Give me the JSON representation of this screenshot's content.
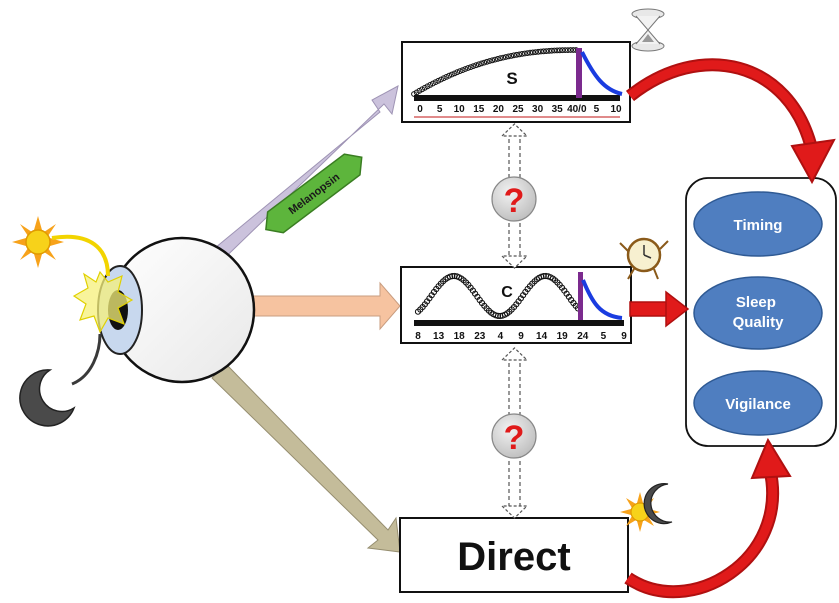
{
  "boxes": {
    "s": {
      "label": "S",
      "ticks": [
        "0",
        "5",
        "10",
        "15",
        "20",
        "25",
        "30",
        "35",
        "40/0",
        "5",
        "10"
      ]
    },
    "c": {
      "label": "C",
      "ticks": [
        "8",
        "13",
        "18",
        "23",
        "4",
        "9",
        "14",
        "19",
        "24",
        "5",
        "9"
      ]
    },
    "direct": {
      "label": "Direct"
    }
  },
  "pathway": {
    "melanopsin_label": "Melanopsin"
  },
  "unknown_link": {
    "symbol": "?"
  },
  "outcomes": [
    "Timing",
    "Sleep Quality",
    "Vigilance"
  ],
  "colors": {
    "outcome_fill": "#4f7ec0",
    "outcome_text": "#ffffff",
    "red_arrow": "#e01a1a",
    "purple_bar": "#7b2a8e",
    "blue_decay": "#1a3ce0",
    "melanopsin_green": "#5db53c",
    "arrow_purple": "#cbc2dc",
    "arrow_orange": "#f6c3a0",
    "arrow_khaki": "#c4bc9a",
    "sun": "#f7c61a",
    "moon": "#333333",
    "question": "#e01a1a"
  },
  "icons": [
    "hourglass-icon",
    "clock-icon",
    "sun-icon",
    "moon-icon",
    "eye-icon"
  ]
}
